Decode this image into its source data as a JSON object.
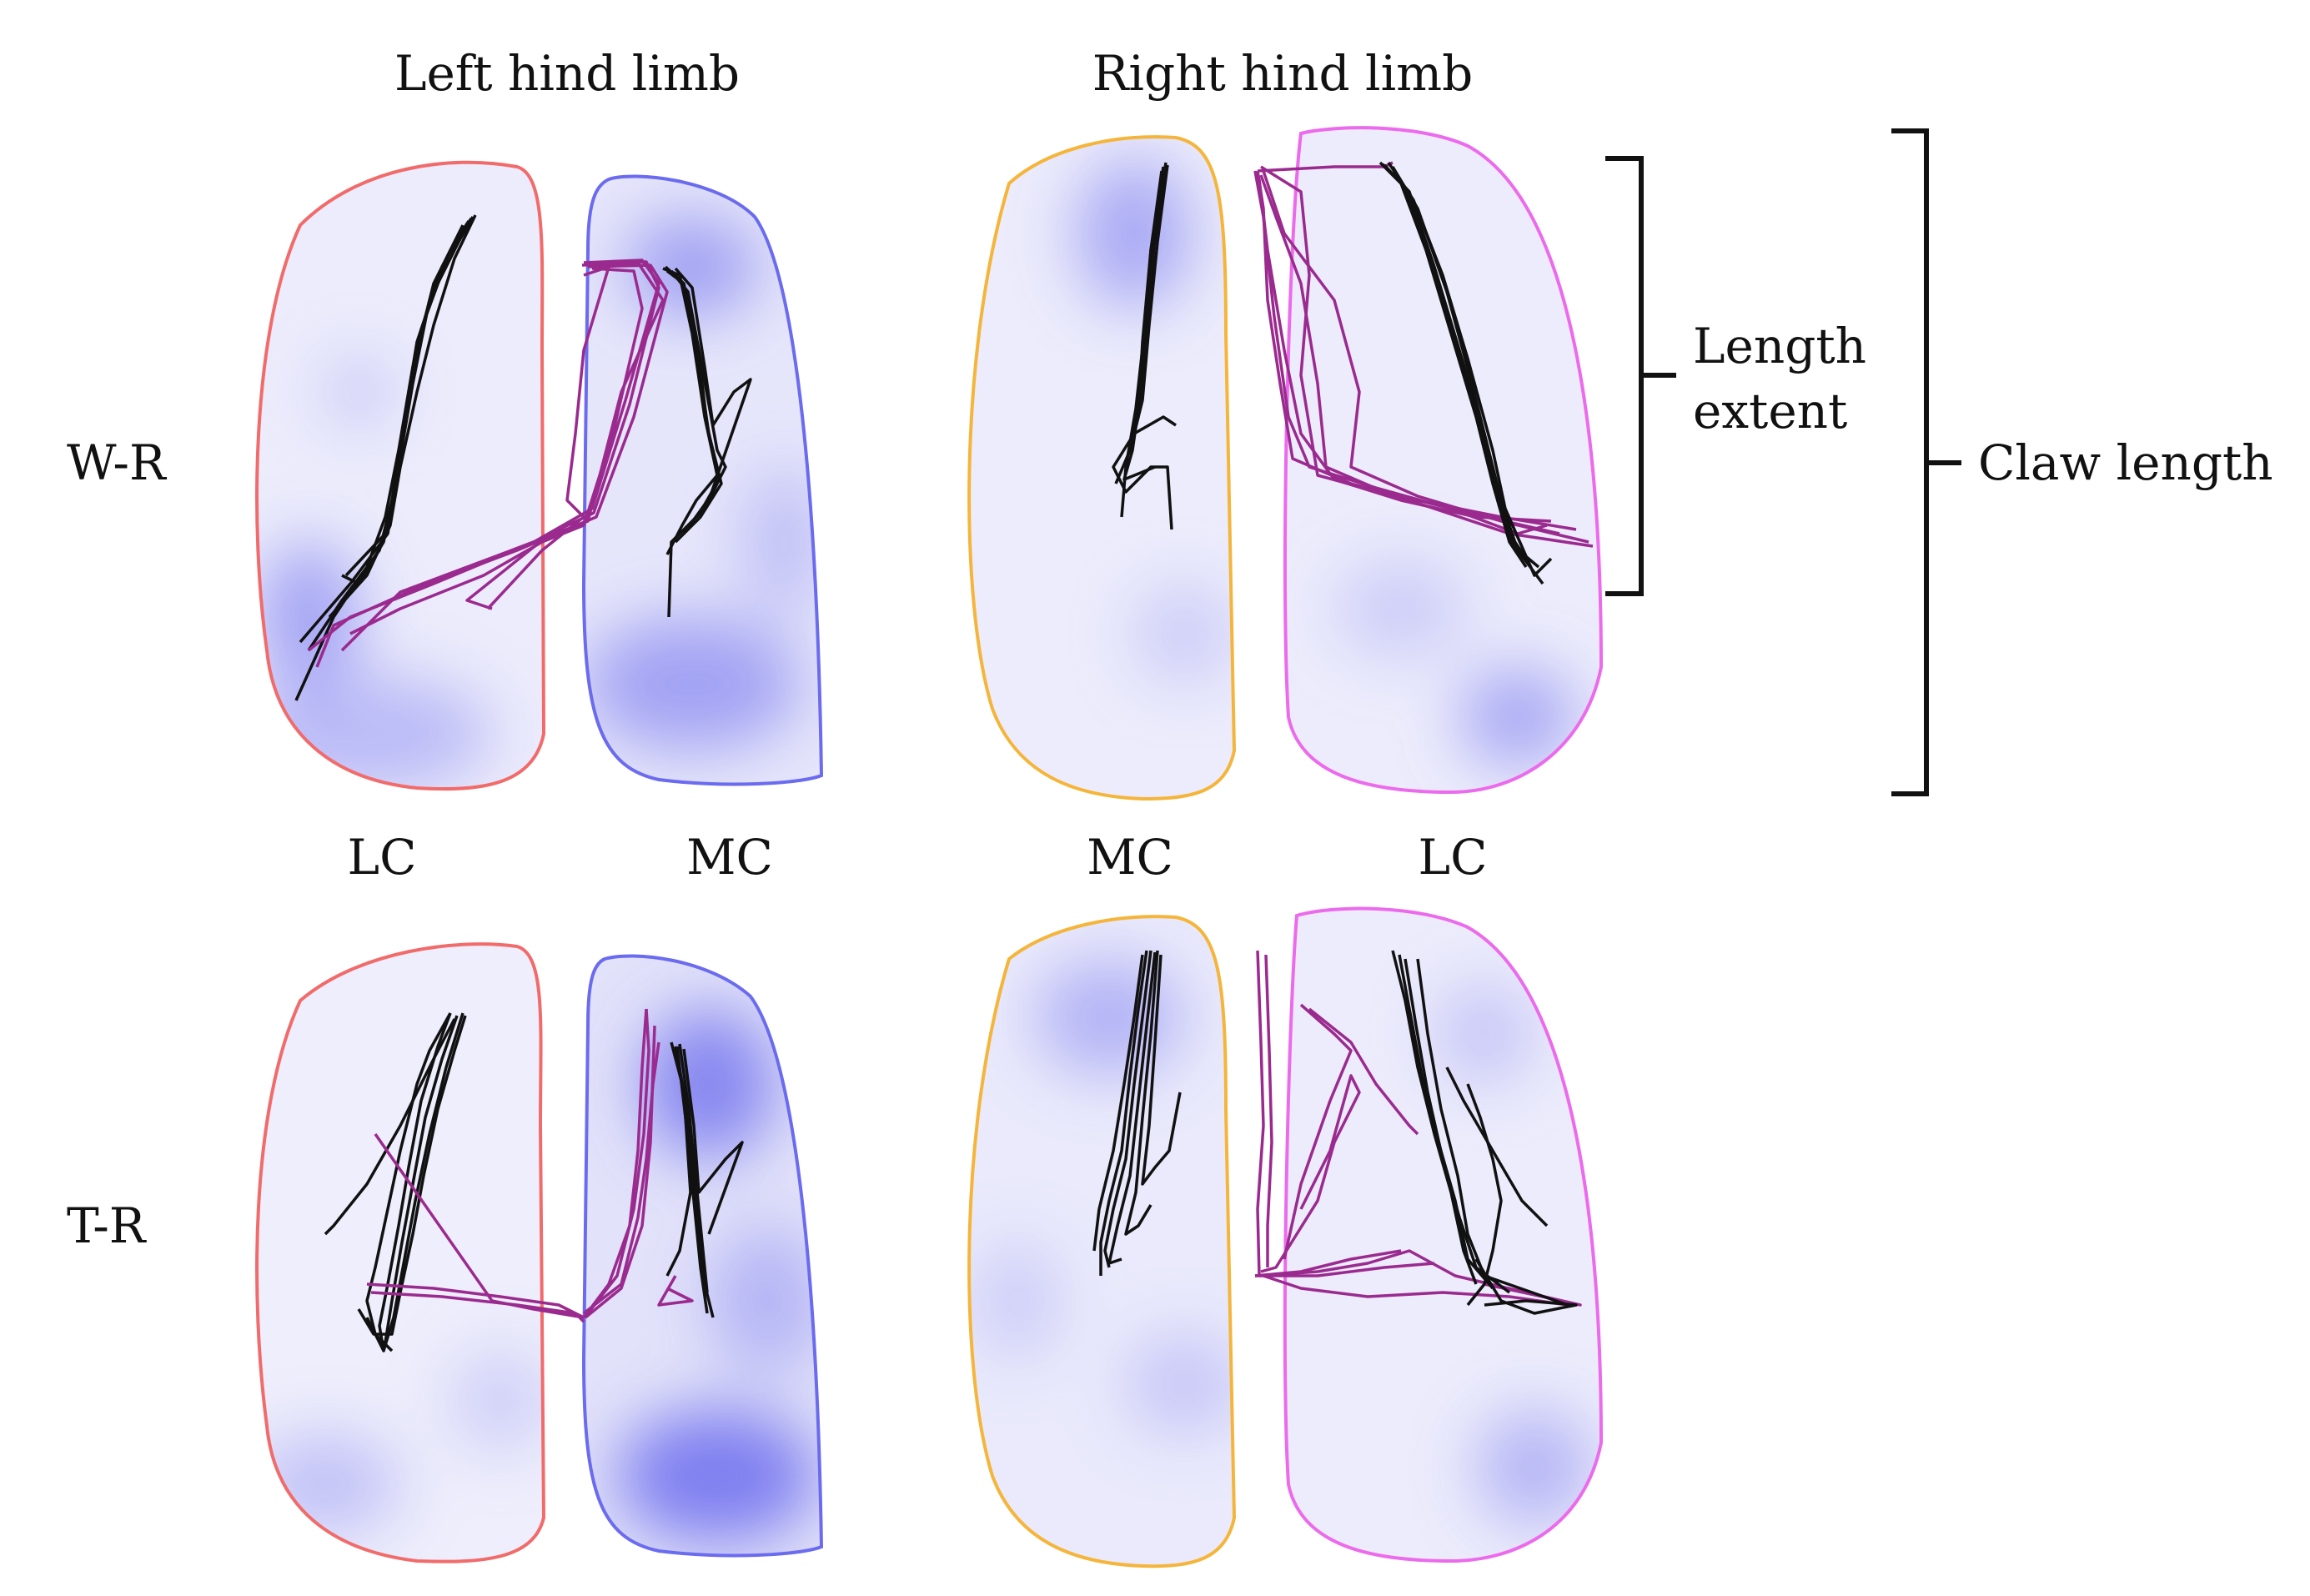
{
  "headers": {
    "left_limb": "Left hind limb",
    "right_limb": "Right hind limb"
  },
  "rows": {
    "row1": "W-R",
    "row2": "T-R"
  },
  "claw_labels": {
    "left_lateral": "LC",
    "left_medial": "MC",
    "right_medial": "MC",
    "right_lateral": "LC"
  },
  "brackets": {
    "length_extent_line1": "Length",
    "length_extent_line2": "extent",
    "claw_length": "Claw length"
  },
  "colors": {
    "left_lateral_outline": "#f26b6b",
    "left_medial_outline": "#6b6bf0",
    "right_medial_outline": "#f5b53a",
    "right_lateral_outline": "#ec6aec",
    "claw_fill": "#e8e8fb",
    "pressure_blob": "#7a7aee",
    "trace_black": "#111111",
    "trace_purple": "#9b2a8f"
  }
}
